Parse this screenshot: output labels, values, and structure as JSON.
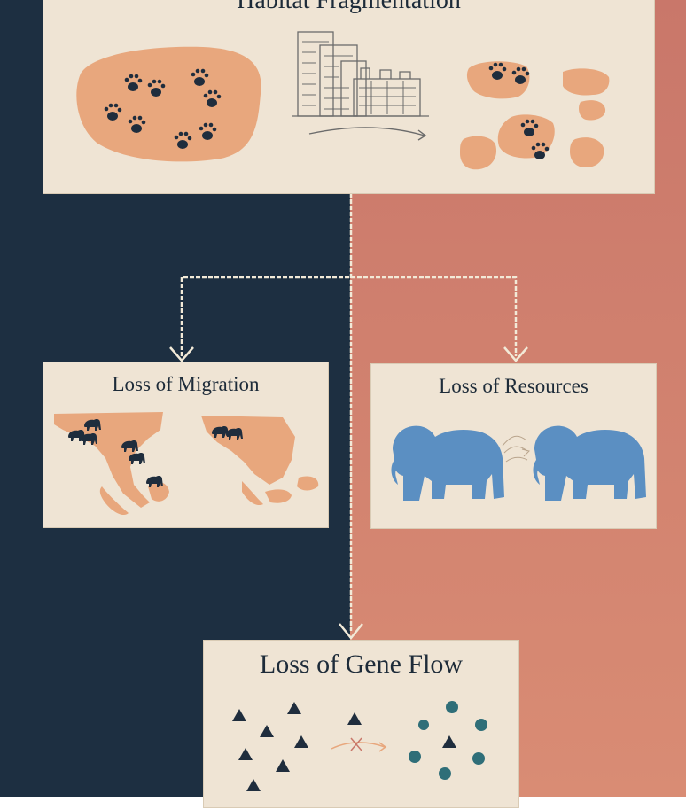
{
  "colors": {
    "background_left": "#1d2f41",
    "background_right_top": "#c9776a",
    "background_right_bottom": "#d98c74",
    "panel": "#efe4d4",
    "land": "#e8a77d",
    "paw": "#1f2d3d",
    "elephant": "#5b8fc2",
    "teal": "#2f6e78",
    "arrow": "#f2ead8"
  },
  "panels": {
    "top": {
      "title": "Habitat Fragmentation"
    },
    "migration": {
      "title": "Loss of Migration"
    },
    "resources": {
      "title": "Loss of Resources"
    },
    "gene_flow": {
      "title": "Loss of Gene Flow"
    }
  },
  "icons": {
    "paw": "paw-print-icon",
    "city": "city-buildings-icon",
    "elephant": "elephant-icon",
    "triangle": "triangle-individual-icon",
    "circle": "circle-individual-icon",
    "blocked": "blocked-cross-icon"
  }
}
